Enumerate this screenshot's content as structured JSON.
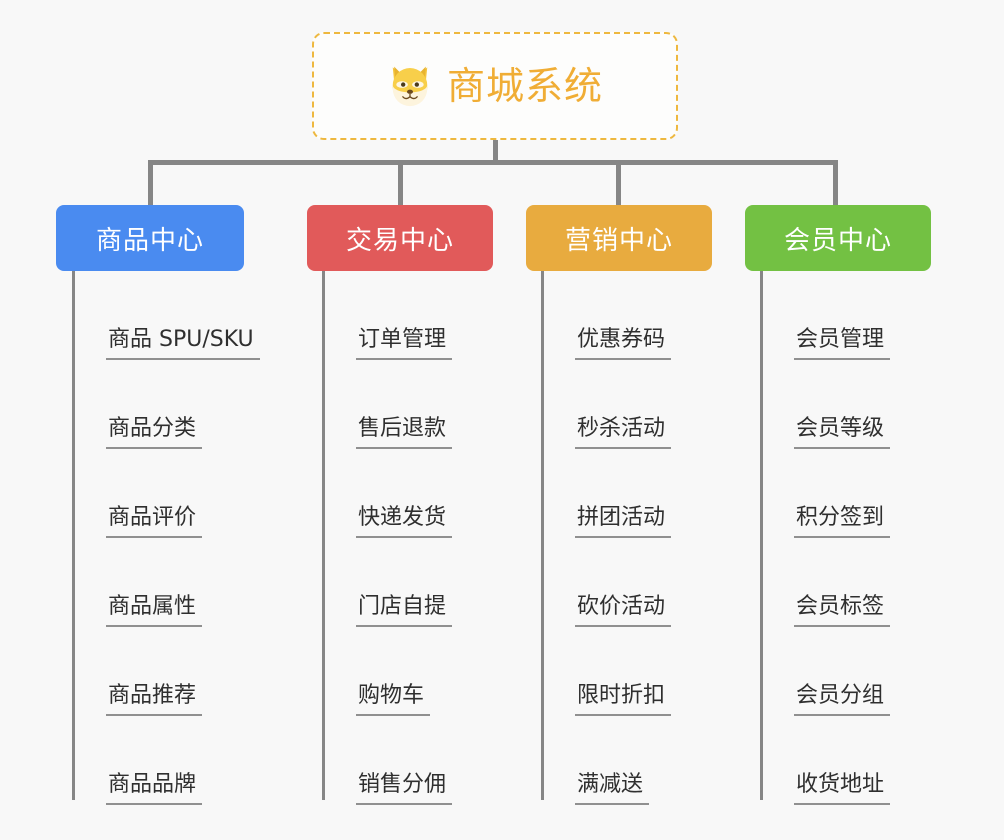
{
  "diagram": {
    "type": "mindmap",
    "background_color": "#f8f8f8",
    "root": {
      "title": "商城系统",
      "icon": "shiba-dog-face-icon",
      "text_color": "#f0ad35",
      "border_color": "#eeb83f",
      "border_style": "dashed"
    },
    "connector_color": "#868686",
    "branches": [
      {
        "label": "商品中心",
        "color": "#4a8bf0",
        "items": [
          "商品 SPU/SKU",
          "商品分类",
          "商品评价",
          "商品属性",
          "商品推荐",
          "商品品牌"
        ]
      },
      {
        "label": "交易中心",
        "color": "#e15a5a",
        "items": [
          "订单管理",
          "售后退款",
          "快递发货",
          "门店自提",
          "购物车",
          "销售分佣"
        ]
      },
      {
        "label": "营销中心",
        "color": "#e8ab3f",
        "items": [
          "优惠券码",
          "秒杀活动",
          "拼团活动",
          "砍价活动",
          "限时折扣",
          "满减送"
        ]
      },
      {
        "label": "会员中心",
        "color": "#73c143",
        "items": [
          "会员管理",
          "会员等级",
          "积分签到",
          "会员标签",
          "会员分组",
          "收货地址"
        ]
      }
    ]
  }
}
